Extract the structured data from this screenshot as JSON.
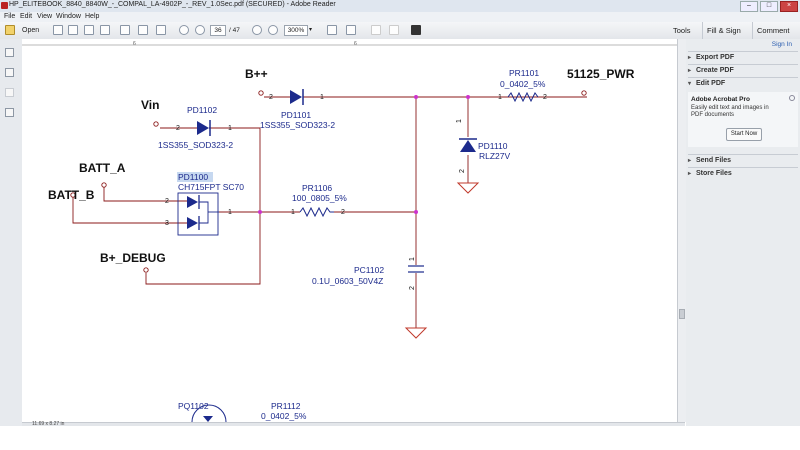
{
  "window": {
    "title": "HP_ELITEBOOK_8840_8840W_-_COMPAL_LA-4902P_-_REV_1.0Sec.pdf (SECURED) - Adobe Reader"
  },
  "menu": [
    "File",
    "Edit",
    "View",
    "Window",
    "Help"
  ],
  "toolbar": {
    "open_label": "Open",
    "page_current": "36",
    "page_total": "/ 47",
    "zoom": "300%"
  },
  "right_tabs": [
    "Tools",
    "Fill & Sign",
    "Comment"
  ],
  "right_panel": {
    "signin": "Sign In",
    "sections": [
      "Export PDF",
      "Create PDF",
      "Edit PDF"
    ],
    "edit_box": {
      "title": "Adobe Acrobat Pro",
      "desc": "Easily edit text and images in PDF documents",
      "button": "Start Now"
    },
    "more_sections": [
      "Send Files",
      "Store Files"
    ]
  },
  "status": {
    "page_size": "11.69 x 8.27 in"
  },
  "schematic": {
    "ruler_marks": [
      "6",
      "6"
    ],
    "nets": {
      "bpp": "B++",
      "vin": "Vin",
      "batt_a": "BATT_A",
      "batt_b": "BATT_B",
      "bdebug": "B+_DEBUG",
      "pwr": "51125_PWR"
    },
    "parts": {
      "pd1102": {
        "ref": "PD1102",
        "value": "1SS355_SOD323-2"
      },
      "pd1101": {
        "ref": "PD1101",
        "value": "1SS355_SOD323-2"
      },
      "pr1101": {
        "ref": "PR1101",
        "value": "0_0402_5%"
      },
      "pd1110": {
        "ref": "PD1110",
        "value": "RLZ27V"
      },
      "pd1100": {
        "ref": "PD1100",
        "value": "CH715FPT SC70"
      },
      "pr1106": {
        "ref": "PR1106",
        "value": "100_0805_5%"
      },
      "pc1102": {
        "ref": "PC1102",
        "value": "0.1U_0603_50V4Z"
      },
      "pq1102": {
        "ref": "PQ1102"
      },
      "pr1112": {
        "ref": "PR1112",
        "value": "0_0402_5%"
      }
    },
    "pins": {
      "p1": "1",
      "p2": "2",
      "p3": "3"
    }
  },
  "colors": {
    "wire": "#8b1a1a",
    "part": "#1c2a8c",
    "junction": "#cc33cc",
    "ground": "#c0392b",
    "highlight": "#c6d8f0"
  }
}
